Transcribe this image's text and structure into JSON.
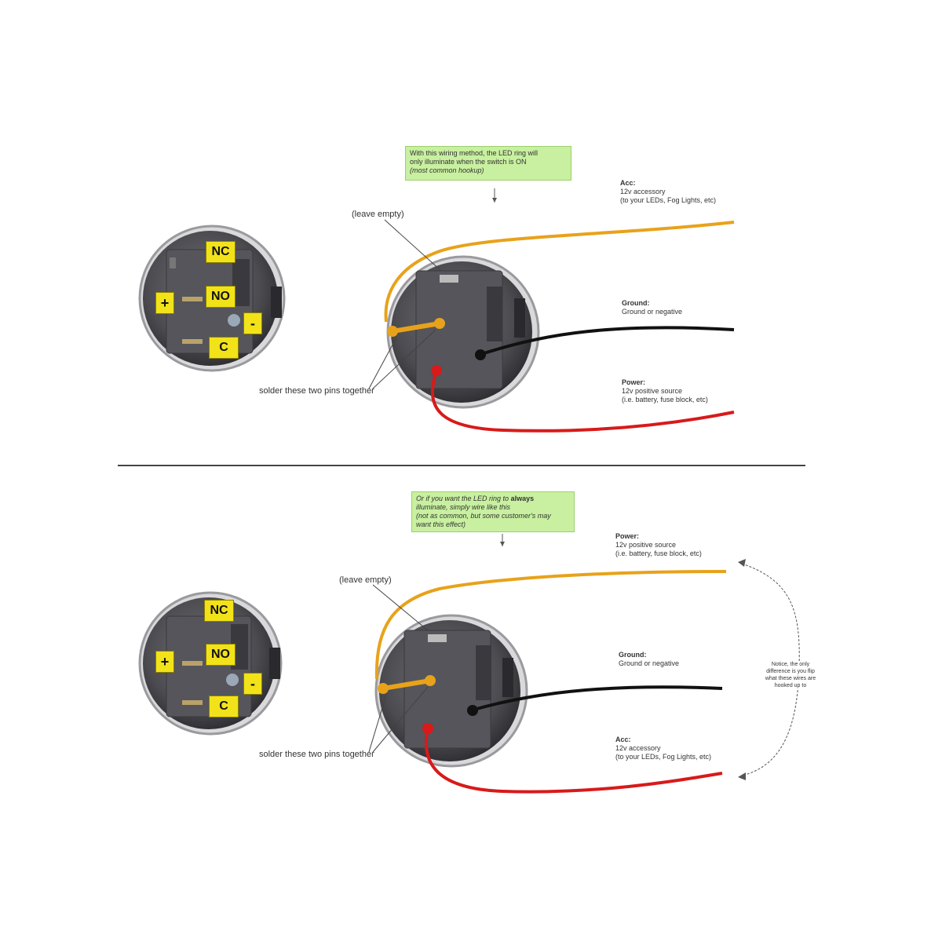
{
  "top": {
    "note_line1": "With this wiring method, the LED ring will",
    "note_line2": "only illuminate when the switch is ON",
    "note_line3": "(most common hookup)",
    "leave_empty": "(leave empty)",
    "solder": "solder these two pins together",
    "acc_title": "Acc:",
    "acc_line1": "12v accessory",
    "acc_line2": "(to your LEDs, Fog Lights, etc)",
    "ground_title": "Ground:",
    "ground_line1": "Ground or negative",
    "power_title": "Power:",
    "power_line1": "12v positive source",
    "power_line2": "(i.e. battery, fuse block, etc)"
  },
  "bottom": {
    "note_line1_pre": "Or if you want the LED ring to",
    "note_line1_bold": "always",
    "note_line2": "illuminate, simply wire like this",
    "note_line3": "(not as common, but some customer's may",
    "note_line4": "want this effect)",
    "leave_empty": "(leave empty)",
    "solder": "solder these two pins together",
    "power_title": "Power:",
    "power_line1": "12v positive source",
    "power_line2": "(i.e. battery, fuse block, etc)",
    "ground_title": "Ground:",
    "ground_line1": "Ground or negative",
    "acc_title": "Acc:",
    "acc_line1": "12v accessory",
    "acc_line2": "(to your LEDs, Fog Lights, etc)",
    "side_note_line1": "Notice, the only",
    "side_note_line2": "difference is you flip",
    "side_note_line3": "what these wires are",
    "side_note_line4": "hooked up to"
  },
  "pins": {
    "nc": "NC",
    "no": "NO",
    "c": "C",
    "plus": "+",
    "minus": "-"
  },
  "colors": {
    "acc_wire": "#e8a21a",
    "ground_wire": "#111111",
    "power_wire": "#d81a1a",
    "note_bg": "#c8f0a0",
    "pin_label_bg": "#f2e21a",
    "divider": "#444444"
  }
}
